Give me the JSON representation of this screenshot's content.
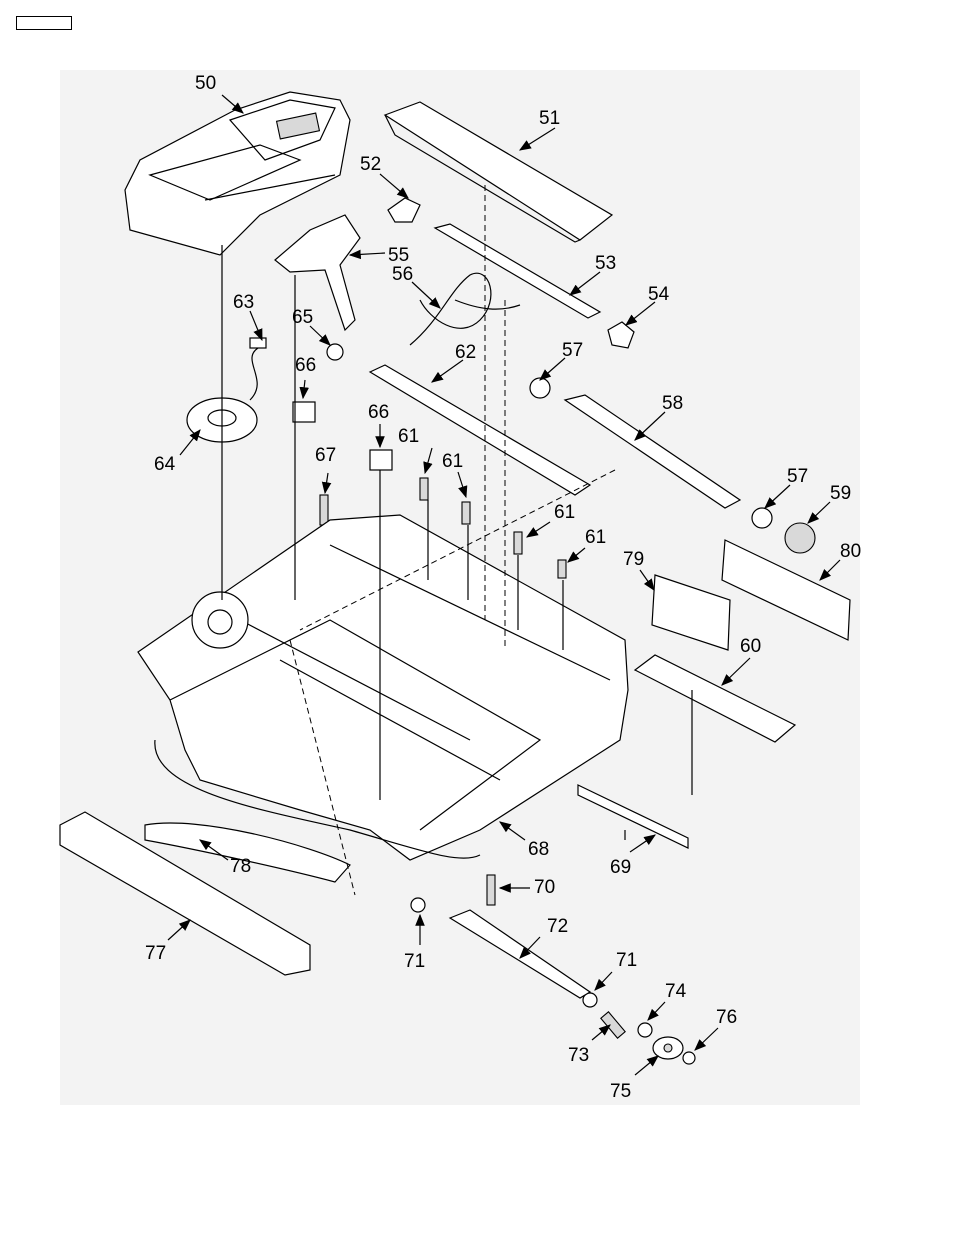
{
  "diagram": {
    "callouts": [
      "50",
      "51",
      "52",
      "53",
      "54",
      "55",
      "56",
      "57",
      "58",
      "57",
      "59",
      "60",
      "61",
      "61",
      "61",
      "61",
      "62",
      "63",
      "64",
      "65",
      "66",
      "66",
      "67",
      "68",
      "69",
      "70",
      "71",
      "71",
      "72",
      "73",
      "74",
      "75",
      "76",
      "77",
      "78",
      "79",
      "80"
    ]
  },
  "icons": {
    "arrow": "leader-arrow-icon"
  }
}
